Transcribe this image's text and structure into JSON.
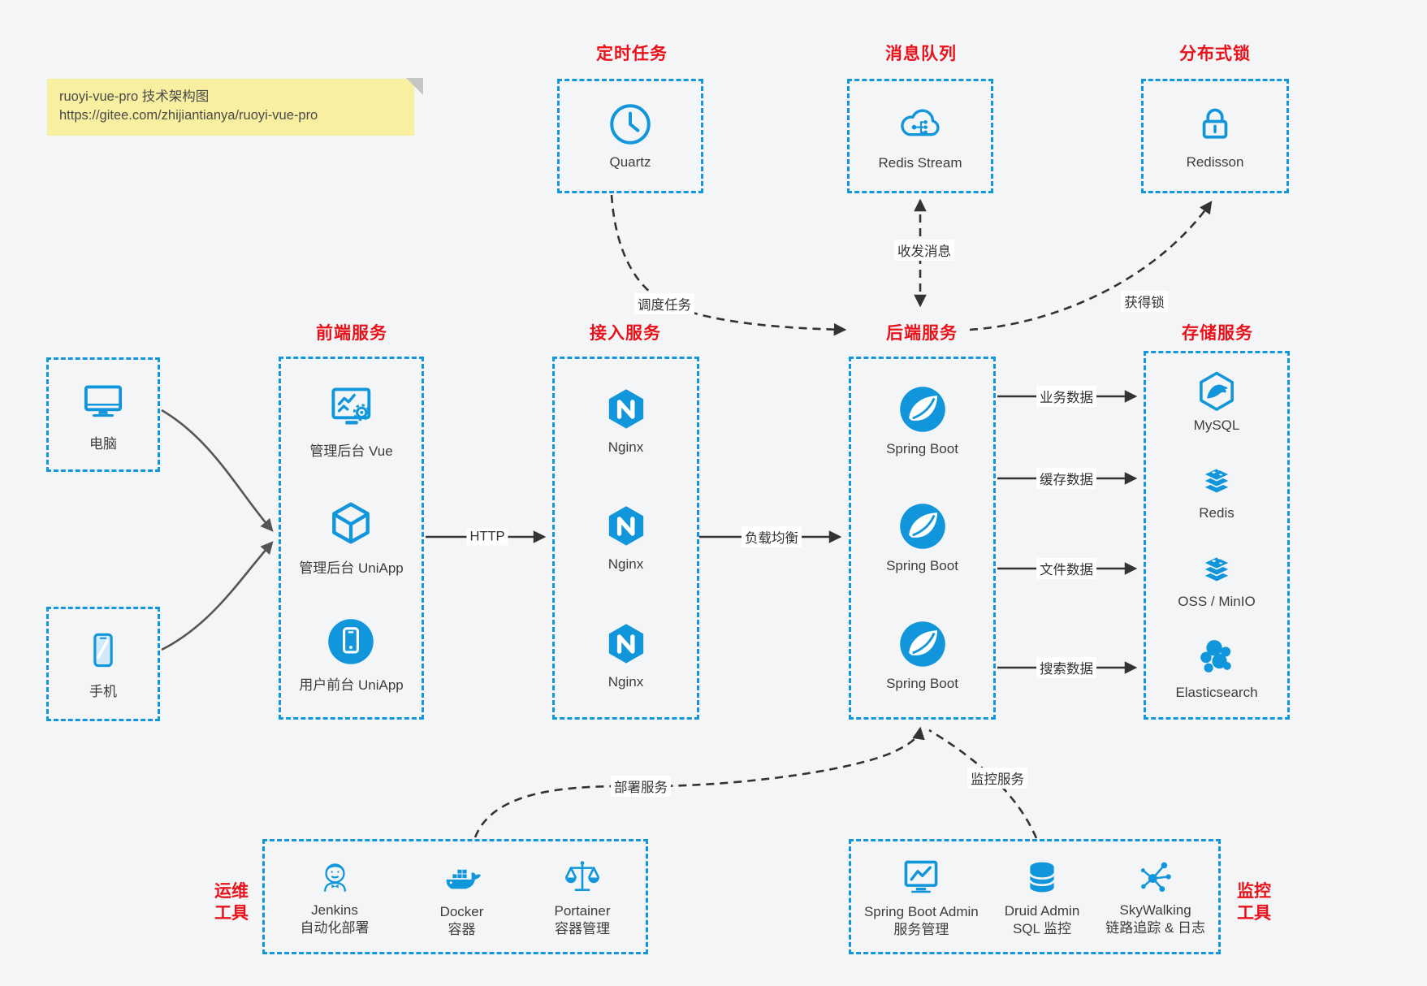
{
  "colors": {
    "accent_blue": "#1296db",
    "title_red": "#e8121b",
    "text_dark": "#3d3d3d",
    "canvas_bg": "#f4f5f6",
    "note_bg": "#f9efa0",
    "line_dark": "#333333",
    "line_gray": "#555555"
  },
  "note": {
    "line1": "ruoyi-vue-pro 技术架构图",
    "line2": "https://gitee.com/zhijiantianya/ruoyi-vue-pro"
  },
  "top_groups": [
    {
      "title": "定时任务",
      "item": {
        "label": "Quartz",
        "icon": "clock-icon"
      }
    },
    {
      "title": "消息队列",
      "item": {
        "label": "Redis Stream",
        "icon": "cloud-network-icon"
      }
    },
    {
      "title": "分布式锁",
      "item": {
        "label": "Redisson",
        "icon": "lock-icon"
      }
    }
  ],
  "clients": [
    {
      "label": "电脑",
      "icon": "desktop-icon"
    },
    {
      "label": "手机",
      "icon": "phone-icon"
    }
  ],
  "columns": [
    {
      "title": "前端服务",
      "items": [
        {
          "label": "管理后台 Vue",
          "icon": "admin-vue-icon"
        },
        {
          "label": "管理后台 UniApp",
          "icon": "uniapp-cube-icon"
        },
        {
          "label": "用户前台 UniApp",
          "icon": "user-app-icon"
        }
      ]
    },
    {
      "title": "接入服务",
      "items": [
        {
          "label": "Nginx",
          "icon": "nginx-icon"
        },
        {
          "label": "Nginx",
          "icon": "nginx-icon"
        },
        {
          "label": "Nginx",
          "icon": "nginx-icon"
        }
      ]
    },
    {
      "title": "后端服务",
      "items": [
        {
          "label": "Spring Boot",
          "icon": "spring-icon"
        },
        {
          "label": "Spring Boot",
          "icon": "spring-icon"
        },
        {
          "label": "Spring Boot",
          "icon": "spring-icon"
        }
      ]
    },
    {
      "title": "存储服务",
      "items": [
        {
          "label": "MySQL",
          "icon": "mysql-icon"
        },
        {
          "label": "Redis",
          "icon": "storage-stack-icon"
        },
        {
          "label": "OSS / MinIO",
          "icon": "storage-stack-icon"
        },
        {
          "label": "Elasticsearch",
          "icon": "elasticsearch-icon"
        }
      ]
    }
  ],
  "edges": {
    "http": "HTTP",
    "load_balance": "负载均衡",
    "business_data": "业务数据",
    "cache_data": "缓存数据",
    "file_data": "文件数据",
    "search_data": "搜索数据",
    "schedule_task": "调度任务",
    "send_receive_message": "收发消息",
    "acquire_lock": "获得锁",
    "deploy_service": "部署服务",
    "monitor_service": "监控服务"
  },
  "bottom_groups": [
    {
      "side_label_line1": "运维",
      "side_label_line2": "工具",
      "items": [
        {
          "name": "Jenkins",
          "desc": "自动化部署",
          "icon": "jenkins-icon"
        },
        {
          "name": "Docker",
          "desc": "容器",
          "icon": "docker-whale-icon"
        },
        {
          "name": "Portainer",
          "desc": "容器管理",
          "icon": "scale-icon"
        }
      ]
    },
    {
      "side_label_line1": "监控",
      "side_label_line2": "工具",
      "items": [
        {
          "name": "Spring Boot Admin",
          "desc": "服务管理",
          "icon": "monitor-chart-icon"
        },
        {
          "name": "Druid Admin",
          "desc": "SQL 监控",
          "icon": "database-icon"
        },
        {
          "name": "SkyWalking",
          "desc": "链路追踪 & 日志",
          "icon": "topology-icon"
        }
      ]
    }
  ]
}
